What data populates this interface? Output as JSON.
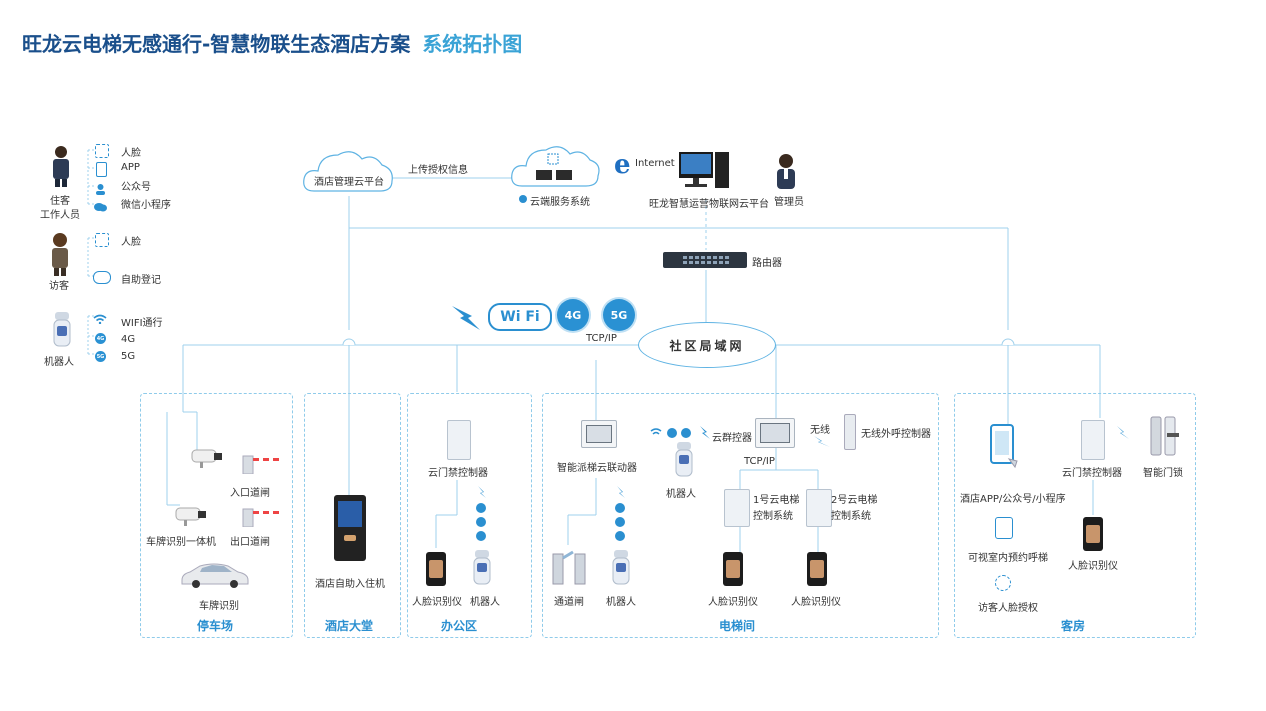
{
  "header": {
    "title": "旺龙云电梯无感通行-智慧物联生态酒店方案",
    "subtitle": "系统拓扑图"
  },
  "left_panel": {
    "resident": {
      "label": "住客\n工作人员",
      "line1": "住客",
      "line2": "工作人员",
      "items": [
        "人脸",
        "APP",
        "公众号",
        "微信小程序"
      ]
    },
    "visitor": {
      "label": "访客",
      "items": [
        "人脸",
        "自助登记"
      ]
    },
    "robot": {
      "label": "机器人",
      "items": [
        "WIFI通行",
        "4G",
        "5G"
      ]
    }
  },
  "top": {
    "hotel_cloud": "酒店管理云平台",
    "upload_auth": "上传授权信息",
    "cloud_service": "云端服务系统",
    "internet": "Internet",
    "iot_platform": "旺龙智慧运营物联网云平台",
    "admin": "管理员",
    "router": "路由器",
    "wifi": "Wi Fi",
    "g4": "4G",
    "g5": "5G",
    "tcpip": "TCP/IP",
    "lan": "社区局域网"
  },
  "zones": {
    "parking": {
      "title": "停车场",
      "entry_gate": "入口道闸",
      "exit_gate": "出口道闸",
      "plate_cam": "车牌识别一体机",
      "plate_recog": "车牌识别"
    },
    "lobby": {
      "title": "酒店大堂",
      "kiosk": "酒店自助入住机"
    },
    "office": {
      "title": "办公区",
      "door_ctrl": "云门禁控制器",
      "face": "人脸识别仪",
      "robot": "机器人"
    },
    "elevator": {
      "title": "电梯间",
      "dispatch": "智能派梯云联动器",
      "gate": "通道闸",
      "robot": "机器人",
      "robot2": "机器人",
      "group_ctrl": "云群控器",
      "wireless": "无线",
      "wireless_call": "无线外呼控制器",
      "tcpip": "TCP/IP",
      "ctrl1_line1": "1号云电梯",
      "ctrl1_line2": "控制系统",
      "ctrl2_line1": "2号云电梯",
      "ctrl2_line2": "控制系统",
      "face1": "人脸识别仪",
      "face2": "人脸识别仪"
    },
    "room": {
      "title": "客房",
      "app": "酒店APP/公众号/小程序",
      "door_ctrl": "云门禁控制器",
      "smart_lock": "智能门锁",
      "visual_call": "可视室内预约呼梯",
      "face": "人脸识别仪",
      "visitor_auth": "访客人脸授权"
    }
  },
  "colors": {
    "title": "#1a4f8b",
    "subtitle": "#3aa3d6",
    "line": "#8fcbea",
    "accent": "#2a8fd0"
  }
}
